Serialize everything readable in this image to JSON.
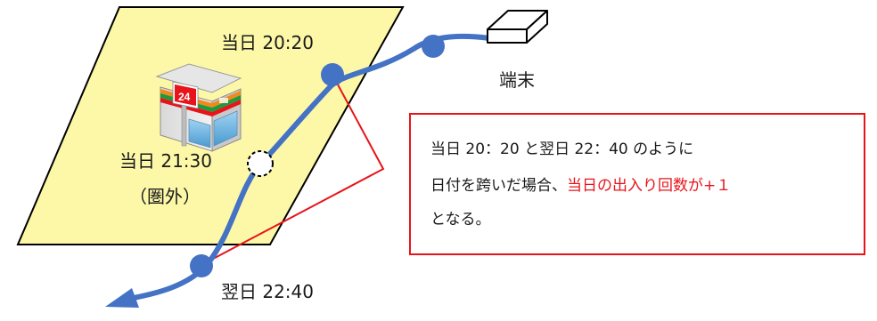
{
  "labels": {
    "same_day_2020": "当日  20:20",
    "terminal": "端末",
    "same_day_2130": "当日  21:30",
    "out_of_range": "（圏外）",
    "next_day_2240": "翌日  22:40"
  },
  "callout": {
    "line1": "当日 20：20 と翌日 22：40 のように",
    "line2_prefix": "日付を跨いだ場合、",
    "line2_highlight": "当日の出入り回数が+１",
    "line3": "となる。"
  },
  "store_sign_text": "24",
  "colors": {
    "zone_fill": "#fdf8a8",
    "path_blue": "#4472c4",
    "callout_red": "#e8141b"
  },
  "icons": [
    "convenience-store-icon",
    "terminal-device-icon"
  ]
}
